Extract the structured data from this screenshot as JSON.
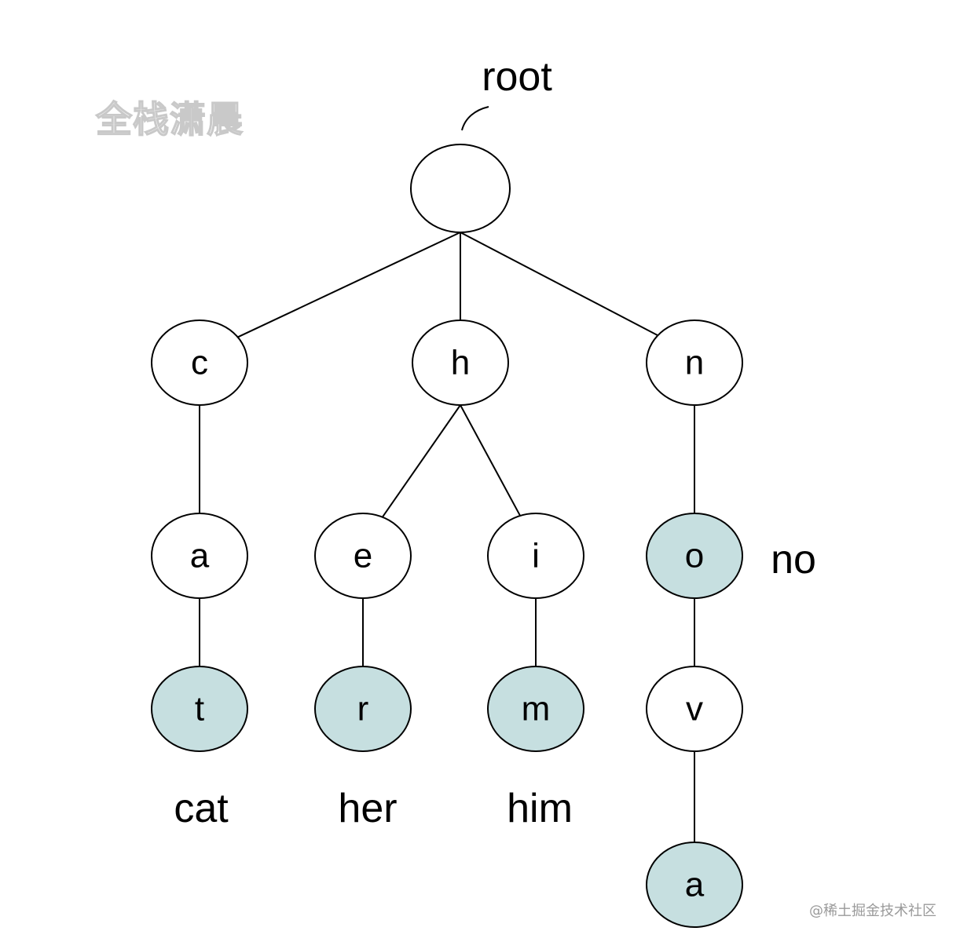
{
  "diagram": {
    "root_label": "root",
    "colors": {
      "terminal_fill": "#c6dfe0",
      "normal_fill": "#ffffff",
      "stroke": "#000000"
    },
    "nodes": [
      {
        "id": "root",
        "label": "",
        "terminal": false
      },
      {
        "id": "c",
        "label": "c",
        "terminal": false
      },
      {
        "id": "h",
        "label": "h",
        "terminal": false
      },
      {
        "id": "n",
        "label": "n",
        "terminal": false
      },
      {
        "id": "a1",
        "label": "a",
        "terminal": false
      },
      {
        "id": "e",
        "label": "e",
        "terminal": false
      },
      {
        "id": "i",
        "label": "i",
        "terminal": false
      },
      {
        "id": "o",
        "label": "o",
        "terminal": true
      },
      {
        "id": "t",
        "label": "t",
        "terminal": true
      },
      {
        "id": "r",
        "label": "r",
        "terminal": true
      },
      {
        "id": "m",
        "label": "m",
        "terminal": true
      },
      {
        "id": "v",
        "label": "v",
        "terminal": false
      },
      {
        "id": "a2",
        "label": "a",
        "terminal": true
      }
    ],
    "edges": [
      [
        "root",
        "c"
      ],
      [
        "root",
        "h"
      ],
      [
        "root",
        "n"
      ],
      [
        "c",
        "a1"
      ],
      [
        "a1",
        "t"
      ],
      [
        "h",
        "e"
      ],
      [
        "h",
        "i"
      ],
      [
        "e",
        "r"
      ],
      [
        "i",
        "m"
      ],
      [
        "n",
        "o"
      ],
      [
        "o",
        "v"
      ],
      [
        "v",
        "a2"
      ]
    ],
    "words": [
      {
        "text": "cat",
        "node": "t"
      },
      {
        "text": "her",
        "node": "r"
      },
      {
        "text": "him",
        "node": "m"
      },
      {
        "text": "no",
        "node": "o"
      }
    ]
  },
  "watermarks": {
    "top_left": "全栈潇晨",
    "bottom_right": "@稀土掘金技术社区"
  }
}
